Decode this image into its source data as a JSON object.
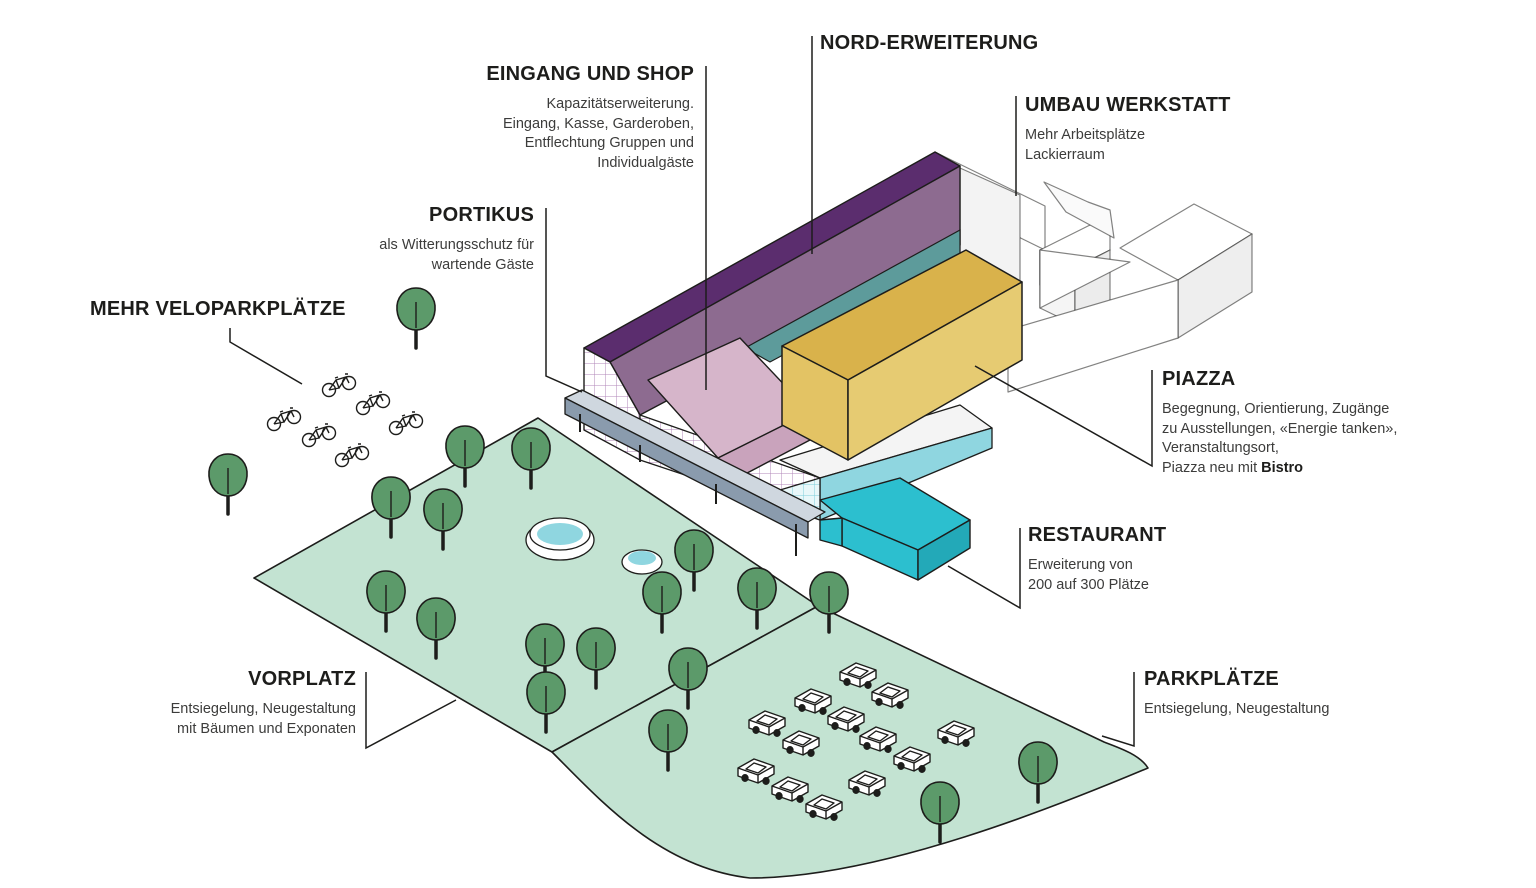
{
  "labels": {
    "nord": {
      "title": "NORD-ERWEITERUNG"
    },
    "eingang": {
      "title": "EINGANG UND SHOP",
      "lines": [
        "Kapazitätserweiterung.",
        "Eingang, Kasse, Garderoben,",
        "Entflechtung Gruppen und",
        "Individualgäste"
      ]
    },
    "umbau": {
      "title": "UMBAU WERKSTATT",
      "lines": [
        "Mehr Arbeitsplätze",
        "Lackierraum"
      ]
    },
    "portikus": {
      "title": "PORTIKUS",
      "lines": [
        "als Witterungsschutz für",
        "wartende Gäste"
      ]
    },
    "velo": {
      "title": "MEHR VELOPARKPLÄTZE"
    },
    "piazza": {
      "title": "PIAZZA",
      "lines": [
        "Begegnung, Orientierung, Zugänge",
        "zu Ausstellungen, «Energie tanken»,",
        "Veranstaltungsort,"
      ],
      "last_prefix": "Piazza neu mit ",
      "last_bold": "Bistro"
    },
    "restaurant": {
      "title": "RESTAURANT",
      "lines": [
        "Erweiterung von",
        "200 auf 300 Plätze"
      ]
    },
    "vorplatz": {
      "title": "VORPLATZ",
      "lines": [
        "Entsiegelung, Neugestaltung",
        "mit Bäumen und Exponaten"
      ]
    },
    "parkplaetze": {
      "title": "PARKPLÄTZE",
      "lines": [
        "Entsiegelung, Neugestaltung"
      ]
    }
  },
  "colors": {
    "ground": "#c3e3d2",
    "purple_dark": "#5b2d6e",
    "purple": "#8d6b90",
    "pink": "#d6b5ca",
    "yellow": "#e3c364",
    "yellow_top": "#d9b24b",
    "teal": "#5d9b9b",
    "cyan": "#2cbfcf",
    "light_cyan": "#8fd6e0",
    "tree": "#5c9a6a",
    "trunk": "#1d1d1b"
  }
}
